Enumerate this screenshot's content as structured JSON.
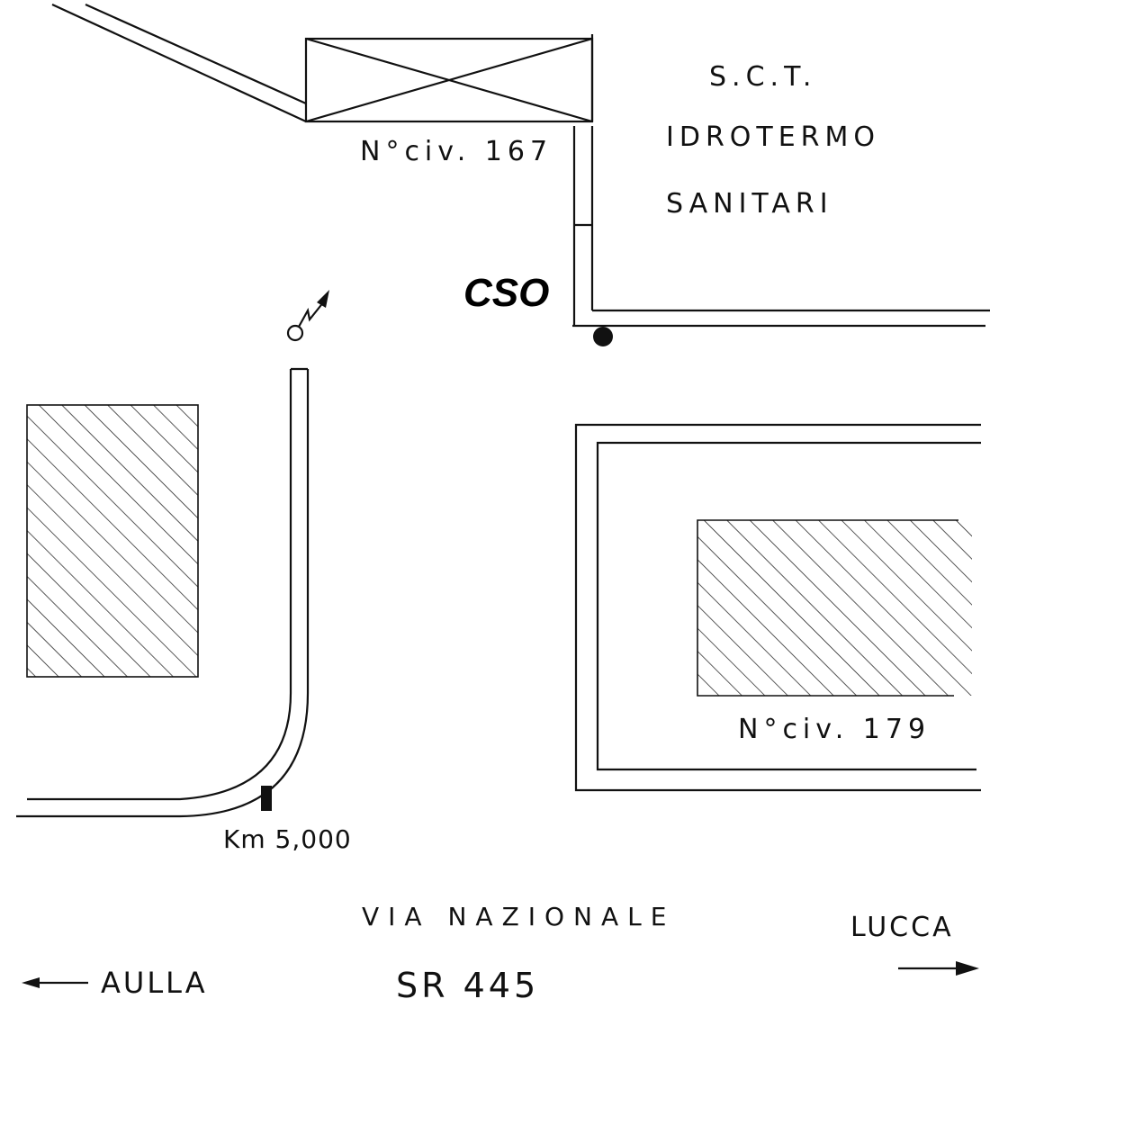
{
  "labels": {
    "building_167": "N°civ. 167",
    "company_line1": "S.C.T.",
    "company_line2": "IDROTERMO",
    "company_line3": "SANITARI",
    "cso": "CSO",
    "building_179": "N°civ. 179",
    "km_marker": "Km 5,000",
    "street_name": "VIA NAZIONALE",
    "road_code": "SR 445",
    "direction_left": "AULLA",
    "direction_right": "LUCCA"
  },
  "colors": {
    "ink": "#111111",
    "background": "#ffffff"
  }
}
